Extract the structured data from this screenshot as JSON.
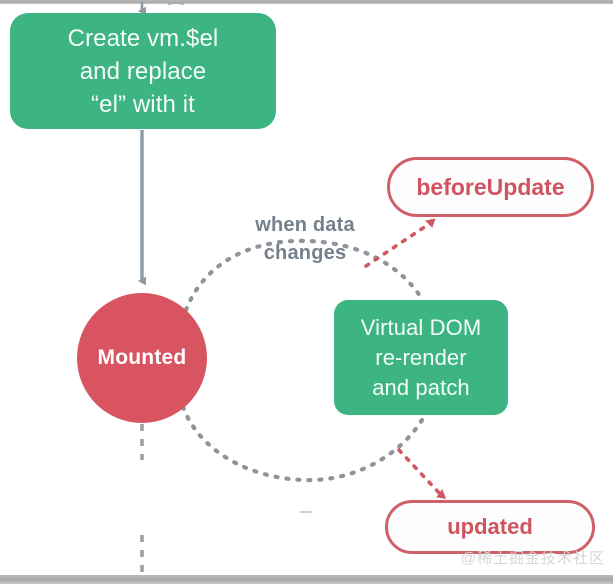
{
  "diagram": {
    "title": "Vue lifecycle mounted / update segment",
    "nodes": {
      "create_el": {
        "line1": "Create vm.$el",
        "line2": "and replace",
        "line3": "“el” with it",
        "color": "#3cb583",
        "text_color": "#f4fbf8",
        "shape": "rounded-rect"
      },
      "mounted": {
        "label": "Mounted",
        "color": "#d85460",
        "text_color": "#ffffff",
        "shape": "circle"
      },
      "virtual_dom": {
        "line1": "Virtual DOM",
        "line2": "re-render",
        "line3": "and patch",
        "color": "#3cb583",
        "text_color": "#f4fbf8",
        "shape": "rounded-rect"
      },
      "before_update": {
        "label": "beforeUpdate",
        "border_color": "#cf6069",
        "text_color": "#d0545f",
        "fill_color": "#fdfdfd",
        "shape": "pill"
      },
      "updated": {
        "label": "updated",
        "border_color": "#cf6069",
        "text_color": "#d0545f",
        "fill_color": "#fdfdfd",
        "shape": "pill"
      }
    },
    "labels": {
      "when_data_changes_line1": "when data",
      "when_data_changes_line2": "changes",
      "label_color": "#76808c"
    },
    "connectors": {
      "solid_arrow_color": "#8c9aa5",
      "dashed_gray_color": "#8e949c",
      "dashed_red_color": "#cf5a63",
      "incoming_top_arrow": "solid down arrow into Create vm.$el",
      "create_to_mounted": "solid down arrow",
      "mounted_to_virtual_dom_top": "gray dashed arc",
      "virtual_dom_to_mounted_bottom": "gray dashed arc",
      "arc_to_before_update": "red dashed arrow",
      "arc_to_updated": "red dashed arrow",
      "mounted_down_dashed": "gray dashed vertical line"
    }
  },
  "watermark": {
    "text": "@稀土掘金技术社区"
  }
}
